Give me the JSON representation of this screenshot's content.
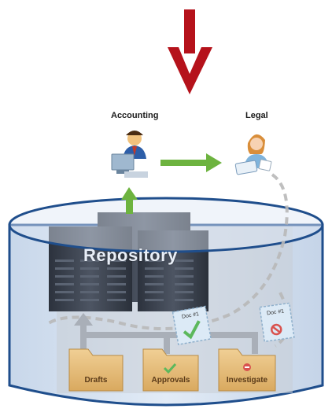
{
  "roles": {
    "accounting": "Accounting",
    "legal": "Legal"
  },
  "repository": {
    "label": "Repository"
  },
  "folders": [
    {
      "label": "Drafts"
    },
    {
      "label": "Approvals"
    },
    {
      "label": "Investigate"
    }
  ],
  "documents": [
    {
      "label": "Doc #1"
    },
    {
      "label": "Doc #1"
    }
  ],
  "colors": {
    "down_arrow": "#b5121b",
    "flow_arrow": "#6db33f",
    "dashed_path": "#b8b8b8",
    "cylinder_fill": "#d7e3f1",
    "cylinder_stroke": "#1f4e8c",
    "server": "#3b4250",
    "folder": "#e3b874",
    "approved_check": "#5cb85c",
    "deny_mark": "#d9534f"
  }
}
